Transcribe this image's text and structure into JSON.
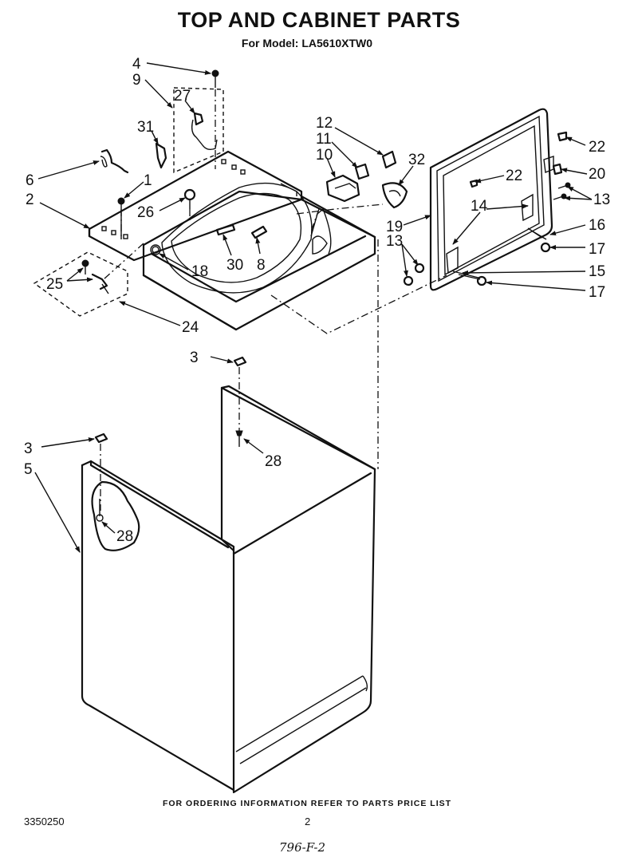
{
  "header": {
    "title": "TOP AND CABINET PARTS",
    "subtitle": "For Model: LA5610XTW0"
  },
  "footer": {
    "note": "FOR ORDERING INFORMATION REFER TO PARTS PRICE LIST",
    "doc_number": "3350250",
    "page_number": "2",
    "handwritten_code": "796-F-2"
  },
  "callouts": [
    {
      "id": "c4",
      "label": "4"
    },
    {
      "id": "c9",
      "label": "9"
    },
    {
      "id": "c27",
      "label": "27"
    },
    {
      "id": "c31",
      "label": "31"
    },
    {
      "id": "c6",
      "label": "6"
    },
    {
      "id": "c1",
      "label": "1"
    },
    {
      "id": "c2",
      "label": "2"
    },
    {
      "id": "c26",
      "label": "26"
    },
    {
      "id": "c12",
      "label": "12"
    },
    {
      "id": "c11",
      "label": "11"
    },
    {
      "id": "c10",
      "label": "10"
    },
    {
      "id": "c32",
      "label": "32"
    },
    {
      "id": "c19",
      "label": "19"
    },
    {
      "id": "c22a",
      "label": "22"
    },
    {
      "id": "c22b",
      "label": "22"
    },
    {
      "id": "c20",
      "label": "20"
    },
    {
      "id": "c13a",
      "label": "13"
    },
    {
      "id": "c14",
      "label": "14"
    },
    {
      "id": "c16",
      "label": "16"
    },
    {
      "id": "c13b",
      "label": "13"
    },
    {
      "id": "c17a",
      "label": "17"
    },
    {
      "id": "c15",
      "label": "15"
    },
    {
      "id": "c17b",
      "label": "17"
    },
    {
      "id": "c25",
      "label": "25"
    },
    {
      "id": "c18",
      "label": "18"
    },
    {
      "id": "c30",
      "label": "30"
    },
    {
      "id": "c8",
      "label": "8"
    },
    {
      "id": "c24",
      "label": "24"
    },
    {
      "id": "c3a",
      "label": "3"
    },
    {
      "id": "c28a",
      "label": "28"
    },
    {
      "id": "c3b",
      "label": "3"
    },
    {
      "id": "c5",
      "label": "5"
    },
    {
      "id": "c28b",
      "label": "28"
    }
  ]
}
